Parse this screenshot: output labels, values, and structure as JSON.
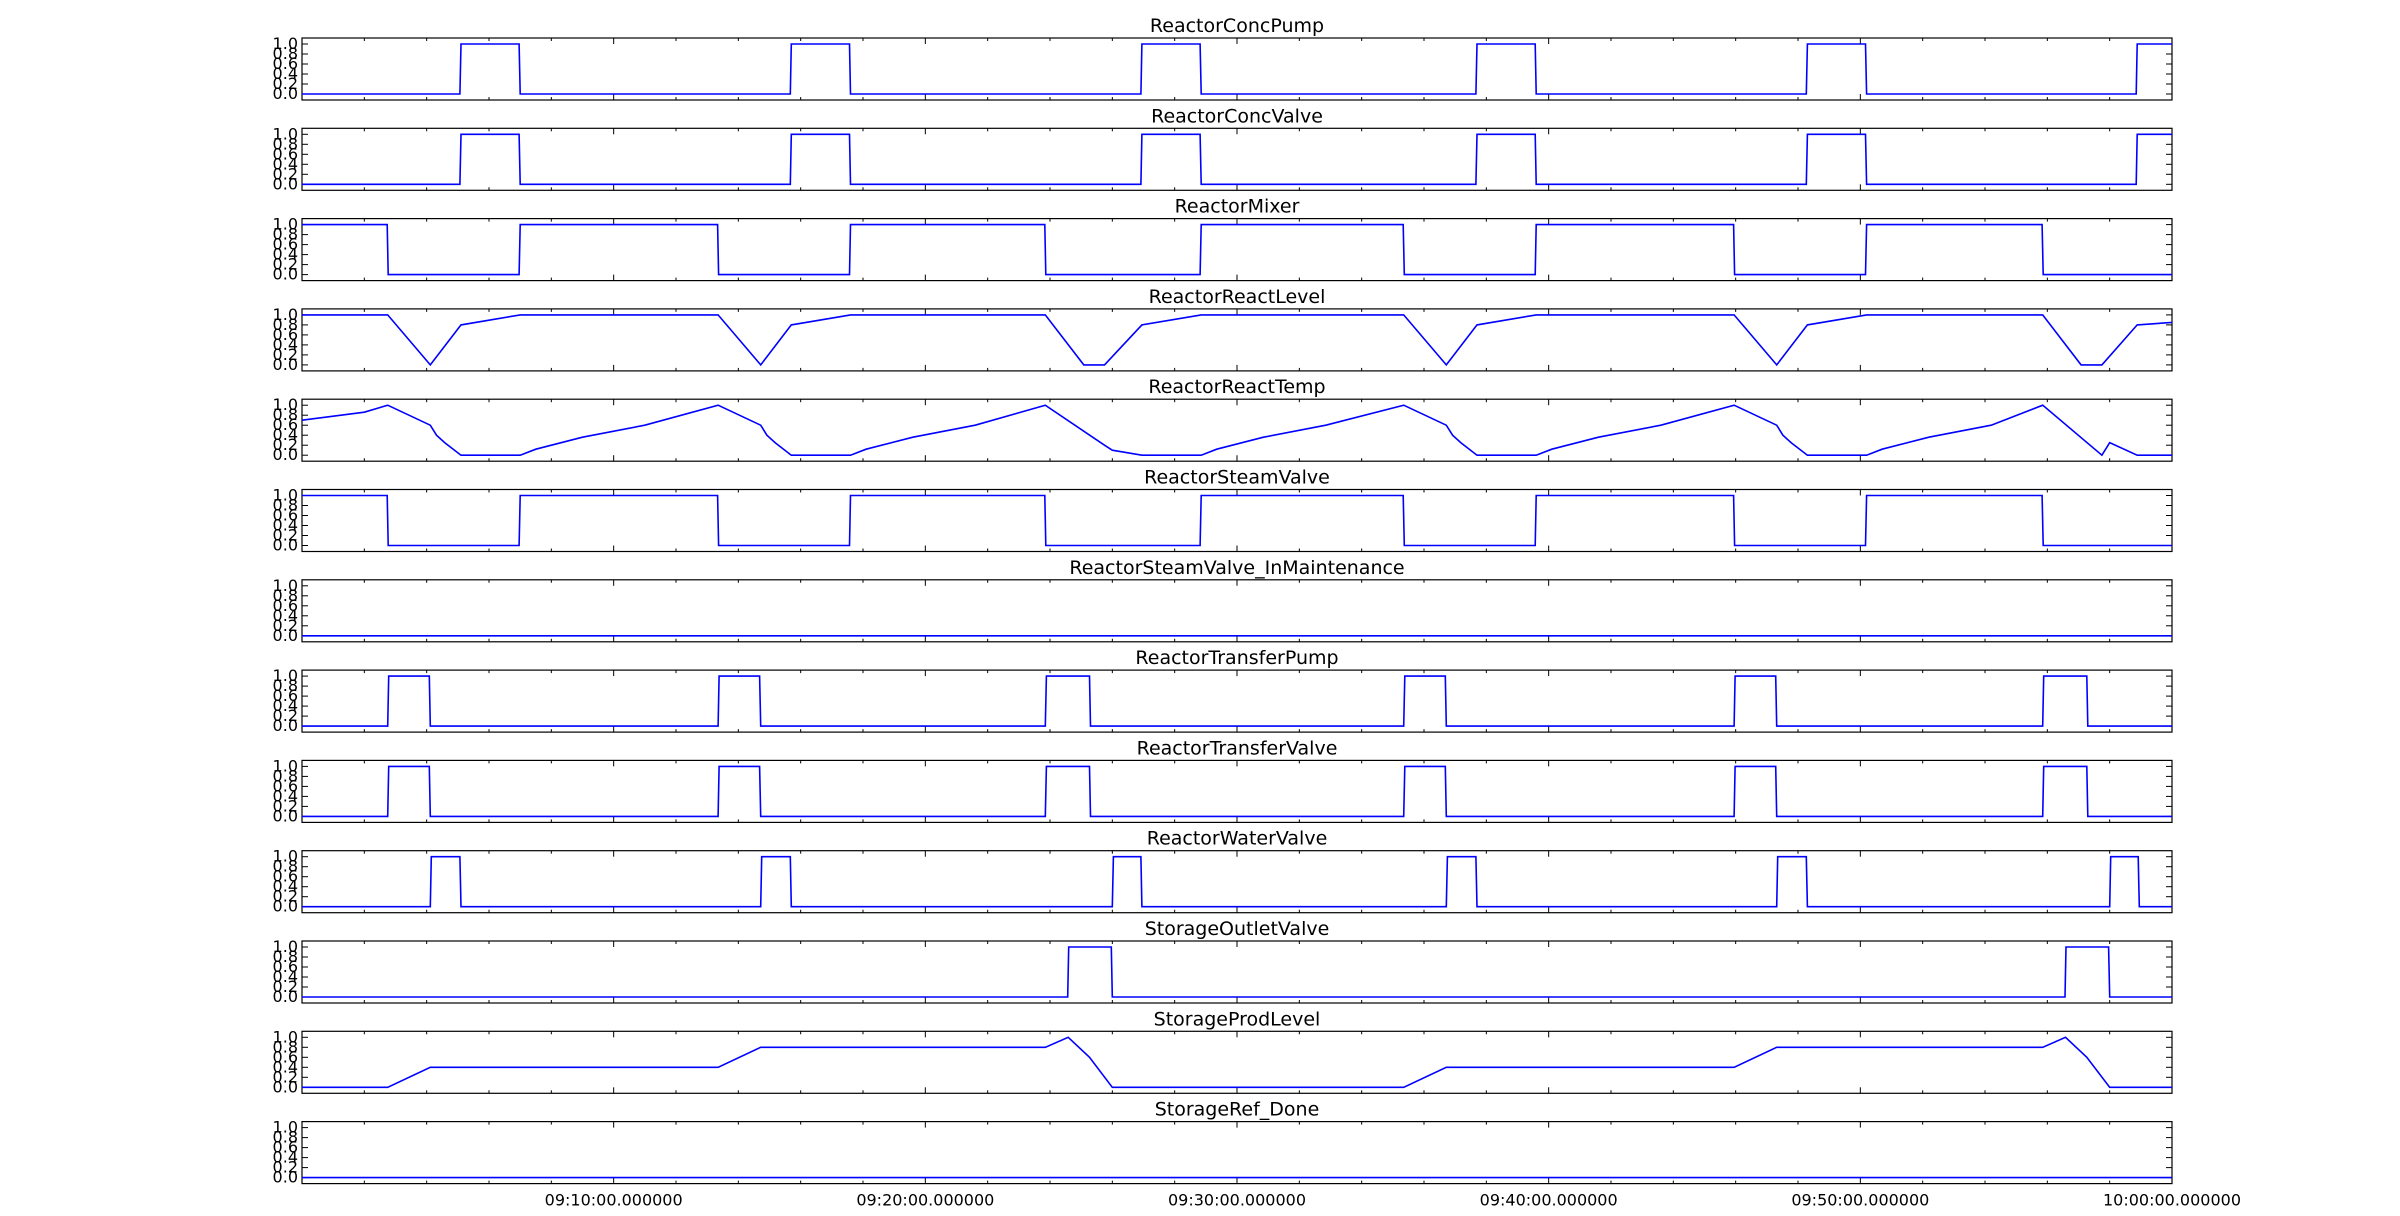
{
  "chart_data": {
    "type": "line",
    "x_axis": {
      "range": [
        "09:00:00",
        "10:00:00"
      ],
      "ticks": [
        "09:10:00.000000",
        "09:20:00.000000",
        "09:30:00.000000",
        "09:40:00.000000",
        "09:50:00.000000",
        "10:00:00.000000"
      ]
    },
    "y_axis": {
      "range": [
        0,
        1
      ],
      "ticks": [
        "0.0",
        "0.2",
        "0.4",
        "0.6",
        "0.8",
        "1.0"
      ]
    },
    "grid": false,
    "line_color": "#0000ff",
    "panels": [
      {
        "title": "ReactorConcPump",
        "points": [
          [
            "09:00:00",
            0
          ],
          [
            "09:05:04",
            0
          ],
          [
            "09:05:06",
            1
          ],
          [
            "09:06:58",
            1
          ],
          [
            "09:07:00",
            0
          ],
          [
            "09:15:40",
            0
          ],
          [
            "09:15:42",
            1
          ],
          [
            "09:17:34",
            1
          ],
          [
            "09:17:36",
            0
          ],
          [
            "09:26:55",
            0
          ],
          [
            "09:26:57",
            1
          ],
          [
            "09:28:49",
            1
          ],
          [
            "09:28:51",
            0
          ],
          [
            "09:37:40",
            0
          ],
          [
            "09:37:42",
            1
          ],
          [
            "09:39:34",
            1
          ],
          [
            "09:39:36",
            0
          ],
          [
            "09:48:16",
            0
          ],
          [
            "09:48:18",
            1
          ],
          [
            "09:50:10",
            1
          ],
          [
            "09:50:12",
            0
          ],
          [
            "09:58:51",
            0
          ],
          [
            "09:58:53",
            1
          ],
          [
            "10:00:00",
            1
          ]
        ]
      },
      {
        "title": "ReactorConcValve",
        "points": [
          [
            "09:00:00",
            0
          ],
          [
            "09:05:04",
            0
          ],
          [
            "09:05:06",
            1
          ],
          [
            "09:06:58",
            1
          ],
          [
            "09:07:00",
            0
          ],
          [
            "09:15:40",
            0
          ],
          [
            "09:15:42",
            1
          ],
          [
            "09:17:34",
            1
          ],
          [
            "09:17:36",
            0
          ],
          [
            "09:26:55",
            0
          ],
          [
            "09:26:57",
            1
          ],
          [
            "09:28:49",
            1
          ],
          [
            "09:28:51",
            0
          ],
          [
            "09:37:40",
            0
          ],
          [
            "09:37:42",
            1
          ],
          [
            "09:39:34",
            1
          ],
          [
            "09:39:36",
            0
          ],
          [
            "09:48:16",
            0
          ],
          [
            "09:48:18",
            1
          ],
          [
            "09:50:10",
            1
          ],
          [
            "09:50:12",
            0
          ],
          [
            "09:58:51",
            0
          ],
          [
            "09:58:53",
            1
          ],
          [
            "10:00:00",
            1
          ]
        ]
      },
      {
        "title": "ReactorMixer",
        "points": [
          [
            "09:00:00",
            1
          ],
          [
            "09:02:44",
            1
          ],
          [
            "09:02:46",
            0
          ],
          [
            "09:06:58",
            0
          ],
          [
            "09:07:00",
            1
          ],
          [
            "09:13:20",
            1
          ],
          [
            "09:13:22",
            0
          ],
          [
            "09:17:34",
            0
          ],
          [
            "09:17:36",
            1
          ],
          [
            "09:23:50",
            1
          ],
          [
            "09:23:52",
            0
          ],
          [
            "09:28:49",
            0
          ],
          [
            "09:28:51",
            1
          ],
          [
            "09:35:20",
            1
          ],
          [
            "09:35:22",
            0
          ],
          [
            "09:39:34",
            0
          ],
          [
            "09:39:36",
            1
          ],
          [
            "09:45:56",
            1
          ],
          [
            "09:45:58",
            0
          ],
          [
            "09:50:10",
            0
          ],
          [
            "09:50:12",
            1
          ],
          [
            "09:55:50",
            1
          ],
          [
            "09:55:52",
            0
          ],
          [
            "10:00:00",
            0
          ]
        ]
      },
      {
        "title": "ReactorReactLevel",
        "points": [
          [
            "09:00:00",
            1
          ],
          [
            "09:02:45",
            1
          ],
          [
            "09:04:07",
            0
          ],
          [
            "09:05:06",
            0.8
          ],
          [
            "09:07:00",
            1
          ],
          [
            "09:13:21",
            1
          ],
          [
            "09:14:43",
            0
          ],
          [
            "09:15:42",
            0.8
          ],
          [
            "09:17:36",
            1
          ],
          [
            "09:23:51",
            1
          ],
          [
            "09:25:05",
            0
          ],
          [
            "09:25:45",
            0
          ],
          [
            "09:26:57",
            0.8
          ],
          [
            "09:28:51",
            1
          ],
          [
            "09:35:21",
            1
          ],
          [
            "09:36:43",
            0
          ],
          [
            "09:37:42",
            0.8
          ],
          [
            "09:39:36",
            1
          ],
          [
            "09:45:57",
            1
          ],
          [
            "09:47:19",
            0
          ],
          [
            "09:48:18",
            0.8
          ],
          [
            "09:50:12",
            1
          ],
          [
            "09:55:51",
            1
          ],
          [
            "09:57:05",
            0
          ],
          [
            "09:57:45",
            0
          ],
          [
            "09:58:53",
            0.8
          ],
          [
            "10:00:00",
            0.85
          ]
        ]
      },
      {
        "title": "ReactorReactTemp",
        "points": [
          [
            "09:00:00",
            0.7
          ],
          [
            "09:01:00",
            0.78
          ],
          [
            "09:02:00",
            0.86
          ],
          [
            "09:02:45",
            1
          ],
          [
            "09:04:07",
            0.6
          ],
          [
            "09:04:19",
            0.4
          ],
          [
            "09:04:35",
            0.25
          ],
          [
            "09:05:06",
            0
          ],
          [
            "09:07:00",
            0
          ],
          [
            "09:07:30",
            0.12
          ],
          [
            "09:09:00",
            0.36
          ],
          [
            "09:11:00",
            0.6
          ],
          [
            "09:13:21",
            1
          ],
          [
            "09:14:43",
            0.6
          ],
          [
            "09:14:55",
            0.4
          ],
          [
            "09:15:11",
            0.25
          ],
          [
            "09:15:42",
            0
          ],
          [
            "09:17:36",
            0
          ],
          [
            "09:18:06",
            0.12
          ],
          [
            "09:19:36",
            0.36
          ],
          [
            "09:21:36",
            0.6
          ],
          [
            "09:23:51",
            1
          ],
          [
            "09:25:45",
            0.2
          ],
          [
            "09:26:00",
            0.1
          ],
          [
            "09:26:57",
            0
          ],
          [
            "09:28:51",
            0
          ],
          [
            "09:29:21",
            0.12
          ],
          [
            "09:30:51",
            0.36
          ],
          [
            "09:32:51",
            0.6
          ],
          [
            "09:35:21",
            1
          ],
          [
            "09:36:43",
            0.6
          ],
          [
            "09:36:55",
            0.4
          ],
          [
            "09:37:11",
            0.25
          ],
          [
            "09:37:42",
            0
          ],
          [
            "09:39:36",
            0
          ],
          [
            "09:40:06",
            0.12
          ],
          [
            "09:41:36",
            0.36
          ],
          [
            "09:43:36",
            0.6
          ],
          [
            "09:45:57",
            1
          ],
          [
            "09:47:19",
            0.6
          ],
          [
            "09:47:31",
            0.4
          ],
          [
            "09:47:47",
            0.25
          ],
          [
            "09:48:18",
            0
          ],
          [
            "09:50:12",
            0
          ],
          [
            "09:50:42",
            0.12
          ],
          [
            "09:52:12",
            0.36
          ],
          [
            "09:54:12",
            0.6
          ],
          [
            "09:55:51",
            1
          ],
          [
            "09:57:45",
            0
          ],
          [
            "09:58:00",
            0.25
          ],
          [
            "09:58:53",
            0
          ],
          [
            "10:00:00",
            0
          ]
        ]
      },
      {
        "title": "ReactorSteamValve",
        "points": [
          [
            "09:00:00",
            1
          ],
          [
            "09:02:44",
            1
          ],
          [
            "09:02:46",
            0
          ],
          [
            "09:06:58",
            0
          ],
          [
            "09:07:00",
            1
          ],
          [
            "09:13:20",
            1
          ],
          [
            "09:13:22",
            0
          ],
          [
            "09:17:34",
            0
          ],
          [
            "09:17:36",
            1
          ],
          [
            "09:23:50",
            1
          ],
          [
            "09:23:52",
            0
          ],
          [
            "09:28:49",
            0
          ],
          [
            "09:28:51",
            1
          ],
          [
            "09:35:20",
            1
          ],
          [
            "09:35:22",
            0
          ],
          [
            "09:39:34",
            0
          ],
          [
            "09:39:36",
            1
          ],
          [
            "09:45:56",
            1
          ],
          [
            "09:45:58",
            0
          ],
          [
            "09:50:10",
            0
          ],
          [
            "09:50:12",
            1
          ],
          [
            "09:55:50",
            1
          ],
          [
            "09:55:52",
            0
          ],
          [
            "10:00:00",
            0
          ]
        ]
      },
      {
        "title": "ReactorSteamValve_InMaintenance",
        "points": [
          [
            "09:00:00",
            0
          ],
          [
            "10:00:00",
            0
          ]
        ]
      },
      {
        "title": "ReactorTransferPump",
        "points": [
          [
            "09:00:00",
            0
          ],
          [
            "09:02:45",
            0
          ],
          [
            "09:02:47",
            1
          ],
          [
            "09:04:05",
            1
          ],
          [
            "09:04:07",
            0
          ],
          [
            "09:13:21",
            0
          ],
          [
            "09:13:23",
            1
          ],
          [
            "09:14:41",
            1
          ],
          [
            "09:14:43",
            0
          ],
          [
            "09:23:51",
            0
          ],
          [
            "09:23:53",
            1
          ],
          [
            "09:25:16",
            1
          ],
          [
            "09:25:18",
            0
          ],
          [
            "09:35:21",
            0
          ],
          [
            "09:35:23",
            1
          ],
          [
            "09:36:41",
            1
          ],
          [
            "09:36:43",
            0
          ],
          [
            "09:45:57",
            0
          ],
          [
            "09:45:59",
            1
          ],
          [
            "09:47:17",
            1
          ],
          [
            "09:47:19",
            0
          ],
          [
            "09:55:51",
            0
          ],
          [
            "09:55:53",
            1
          ],
          [
            "09:57:16",
            1
          ],
          [
            "09:57:18",
            0
          ],
          [
            "10:00:00",
            0
          ]
        ]
      },
      {
        "title": "ReactorTransferValve",
        "points": [
          [
            "09:00:00",
            0
          ],
          [
            "09:02:45",
            0
          ],
          [
            "09:02:47",
            1
          ],
          [
            "09:04:05",
            1
          ],
          [
            "09:04:07",
            0
          ],
          [
            "09:13:21",
            0
          ],
          [
            "09:13:23",
            1
          ],
          [
            "09:14:41",
            1
          ],
          [
            "09:14:43",
            0
          ],
          [
            "09:23:51",
            0
          ],
          [
            "09:23:53",
            1
          ],
          [
            "09:25:16",
            1
          ],
          [
            "09:25:18",
            0
          ],
          [
            "09:35:21",
            0
          ],
          [
            "09:35:23",
            1
          ],
          [
            "09:36:41",
            1
          ],
          [
            "09:36:43",
            0
          ],
          [
            "09:45:57",
            0
          ],
          [
            "09:45:59",
            1
          ],
          [
            "09:47:17",
            1
          ],
          [
            "09:47:19",
            0
          ],
          [
            "09:55:51",
            0
          ],
          [
            "09:55:53",
            1
          ],
          [
            "09:57:16",
            1
          ],
          [
            "09:57:18",
            0
          ],
          [
            "10:00:00",
            0
          ]
        ]
      },
      {
        "title": "ReactorWaterValve",
        "points": [
          [
            "09:00:00",
            0
          ],
          [
            "09:04:07",
            0
          ],
          [
            "09:04:09",
            1
          ],
          [
            "09:05:04",
            1
          ],
          [
            "09:05:06",
            0
          ],
          [
            "09:14:43",
            0
          ],
          [
            "09:14:45",
            1
          ],
          [
            "09:15:40",
            1
          ],
          [
            "09:15:42",
            0
          ],
          [
            "09:26:00",
            0
          ],
          [
            "09:26:02",
            1
          ],
          [
            "09:26:55",
            1
          ],
          [
            "09:26:57",
            0
          ],
          [
            "09:36:43",
            0
          ],
          [
            "09:36:45",
            1
          ],
          [
            "09:37:40",
            1
          ],
          [
            "09:37:42",
            0
          ],
          [
            "09:47:19",
            0
          ],
          [
            "09:47:21",
            1
          ],
          [
            "09:48:16",
            1
          ],
          [
            "09:48:18",
            0
          ],
          [
            "09:58:00",
            0
          ],
          [
            "09:58:02",
            1
          ],
          [
            "09:58:55",
            1
          ],
          [
            "09:58:57",
            0
          ],
          [
            "10:00:00",
            0
          ]
        ]
      },
      {
        "title": "StorageOutletValve",
        "points": [
          [
            "09:00:00",
            0
          ],
          [
            "09:24:34",
            0
          ],
          [
            "09:24:36",
            1
          ],
          [
            "09:25:58",
            1
          ],
          [
            "09:26:00",
            0
          ],
          [
            "09:56:34",
            0
          ],
          [
            "09:56:36",
            1
          ],
          [
            "09:57:58",
            1
          ],
          [
            "09:58:00",
            0
          ],
          [
            "10:00:00",
            0
          ]
        ]
      },
      {
        "title": "StorageProdLevel",
        "points": [
          [
            "09:00:00",
            0
          ],
          [
            "09:02:45",
            0
          ],
          [
            "09:04:07",
            0.4
          ],
          [
            "09:13:21",
            0.4
          ],
          [
            "09:14:43",
            0.8
          ],
          [
            "09:23:51",
            0.8
          ],
          [
            "09:24:35",
            1
          ],
          [
            "09:25:16",
            0.6
          ],
          [
            "09:26:00",
            0
          ],
          [
            "09:35:21",
            0
          ],
          [
            "09:36:43",
            0.4
          ],
          [
            "09:45:57",
            0.4
          ],
          [
            "09:47:19",
            0.8
          ],
          [
            "09:55:51",
            0.8
          ],
          [
            "09:56:35",
            1
          ],
          [
            "09:57:16",
            0.6
          ],
          [
            "09:58:00",
            0
          ],
          [
            "10:00:00",
            0
          ]
        ]
      },
      {
        "title": "StorageRef_Done",
        "points": [
          [
            "09:00:00",
            0
          ],
          [
            "10:00:00",
            0
          ]
        ]
      }
    ]
  }
}
